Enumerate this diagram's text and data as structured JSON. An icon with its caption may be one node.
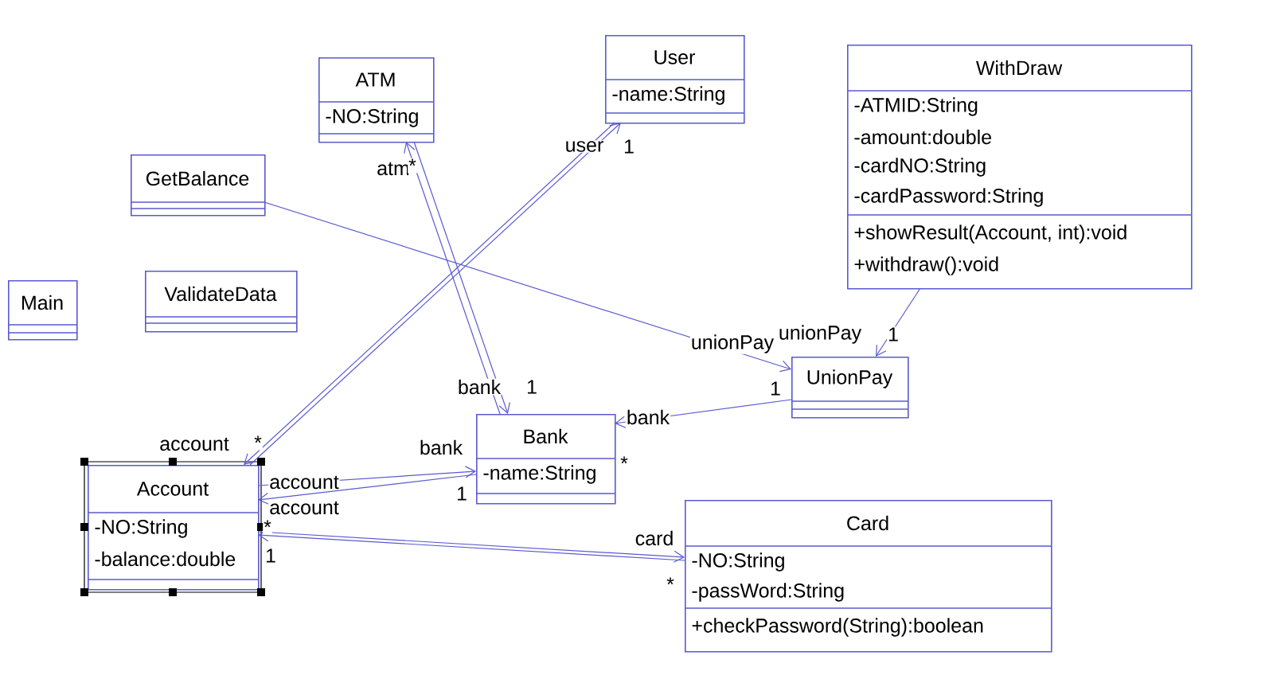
{
  "diagram": {
    "nodes": [
      {
        "text": [
          "ATM",
          "-NO:String"
        ]
      },
      {
        "text": [
          "User",
          "-name:String"
        ]
      },
      {
        "text": [
          "WithDraw",
          "-ATMID:String",
          "-amount:double",
          "-cardNO:String",
          "-cardPassword:String",
          "+showResult(Account, int):void",
          "+withdraw():void"
        ]
      },
      {
        "text": [
          "GetBalance"
        ]
      },
      {
        "text": [
          "Main"
        ]
      },
      {
        "text": [
          "ValidateData"
        ]
      },
      {
        "text": [
          "UnionPay"
        ]
      },
      {
        "text": [
          "Account",
          "-NO:String",
          "-balance:double"
        ]
      },
      {
        "text": [
          "Bank",
          "-name:String"
        ]
      },
      {
        "text": [
          "Card",
          "-NO:String",
          "-passWord:String",
          "+checkPassword(String):boolean"
        ]
      }
    ],
    "edges": [
      {
        "from": 8,
        "to": 0,
        "arrow": "to",
        "label": "atm"
      },
      {
        "from": 0,
        "to": 8,
        "arrow": "to",
        "label": "bank"
      },
      {
        "from": 7,
        "to": 1,
        "arrow": "to",
        "label": "user"
      },
      {
        "from": 1,
        "to": 7,
        "arrow": "to",
        "label": "account"
      },
      {
        "from": 3,
        "to": 6,
        "arrow": "to",
        "label": "unionPay"
      },
      {
        "from": 2,
        "to": 6,
        "arrow": "to",
        "label": "unionPay"
      },
      {
        "from": 6,
        "to": 8,
        "arrow": "to",
        "label": "bank"
      },
      {
        "from": 7,
        "to": 8,
        "arrow": "to",
        "label": "bank"
      },
      {
        "from": 8,
        "to": 7,
        "arrow": "to",
        "label": "account"
      },
      {
        "from": 7,
        "to": 9,
        "arrow": "to",
        "label": "card"
      },
      {
        "from": 9,
        "to": 7,
        "arrow": "to",
        "label": "account"
      }
    ],
    "labels": [
      "1",
      "*",
      "1",
      "1",
      "1",
      "*",
      "*",
      "1",
      "*",
      "1",
      "*"
    ]
  }
}
